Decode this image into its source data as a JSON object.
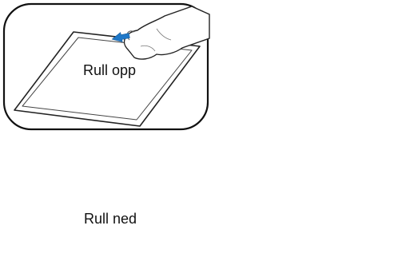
{
  "panels": [
    {
      "label": "Rull opp",
      "direction": "up"
    },
    {
      "label": "Rull ned",
      "direction": "down"
    }
  ],
  "colors": {
    "frame": "#111111",
    "highlight": "#2c3a9e",
    "arrow": "#1f78c8",
    "scrollbar": "#d4dde8",
    "thumb": "#c4ced9"
  }
}
